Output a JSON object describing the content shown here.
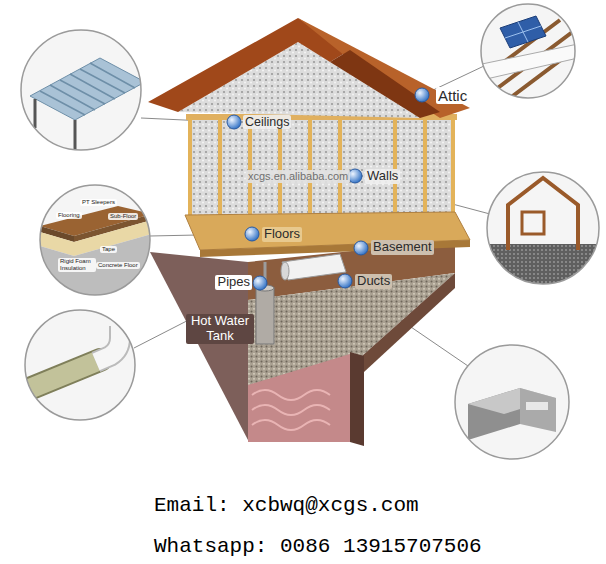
{
  "diagram": {
    "labels": [
      "Attic",
      "Ceilings",
      "Walls",
      "Floors",
      "Basement",
      "Pipes",
      "Ducts",
      "Hot Water Tank",
      "Email: xcbwq@xcgs.com",
      "Whatsapp: 0086 13915707506",
      "xcgs.en.alibaba.com",
      "Flooring",
      "PT Sleepers",
      "Sub-Floor",
      "Tape",
      "Rigid Foam Insulation",
      "Concrete Floor"
    ]
  }
}
